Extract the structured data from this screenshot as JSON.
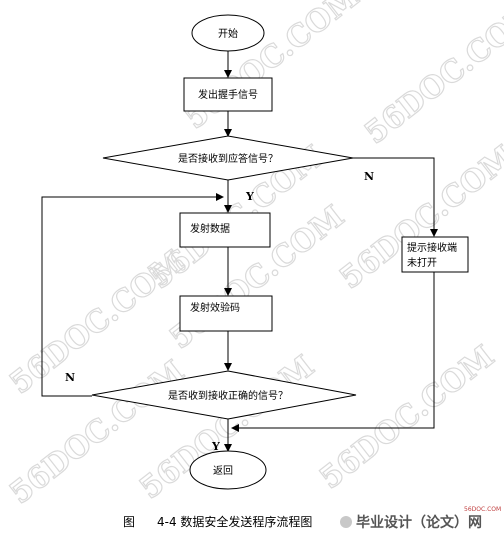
{
  "flowchart": {
    "start": "开始",
    "handshake": "发出握手信号",
    "decision_ack": "是否接收到应答信号？",
    "send_data": "发射数据",
    "send_check": "发射效验码",
    "decision_correct": "是否收到接收正确的信号？",
    "prompt_line1": "提示接收端",
    "prompt_line2": "未打开",
    "end": "返回"
  },
  "branches": {
    "yes_after_ack": "Y",
    "no_after_ack": "N",
    "no_after_correct": "N",
    "yes_after_correct": "Y"
  },
  "watermark": "56DOC.COM",
  "caption": {
    "figure_label": "图",
    "figure_title": "4-4 数据安全发送程序流程图"
  },
  "brand": {
    "name": "毕业设计（论文）网",
    "small": "56DOC.COM"
  }
}
